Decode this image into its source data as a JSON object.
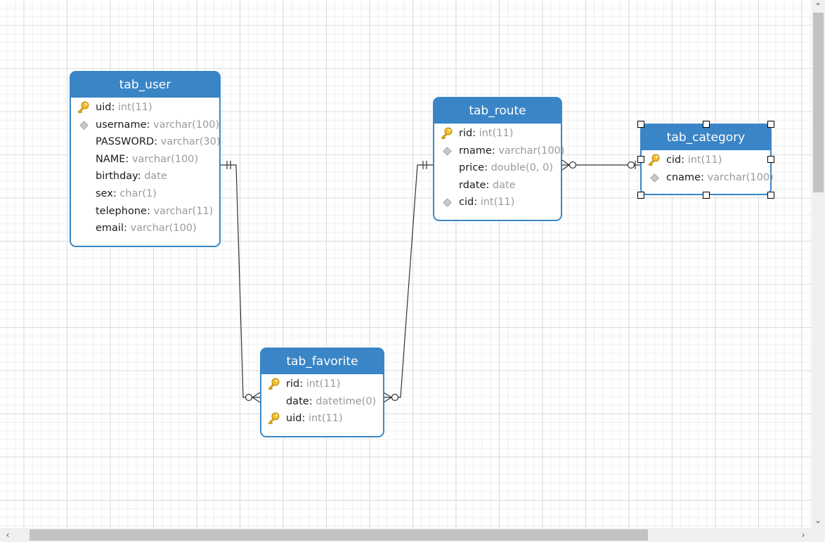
{
  "entities": {
    "tab_user": {
      "name": "tab_user",
      "columns": [
        {
          "name": "uid",
          "type": "int(11)",
          "marker": "key"
        },
        {
          "name": "username",
          "type": "varchar(100)",
          "marker": "index"
        },
        {
          "name": "PASSWORD",
          "type": "varchar(30)",
          "marker": "none"
        },
        {
          "name": "NAME",
          "type": "varchar(100)",
          "marker": "none"
        },
        {
          "name": "birthday",
          "type": "date",
          "marker": "none"
        },
        {
          "name": "sex",
          "type": "char(1)",
          "marker": "none"
        },
        {
          "name": "telephone",
          "type": "varchar(11)",
          "marker": "none"
        },
        {
          "name": "email",
          "type": "varchar(100)",
          "marker": "none"
        }
      ]
    },
    "tab_route": {
      "name": "tab_route",
      "columns": [
        {
          "name": "rid",
          "type": "int(11)",
          "marker": "key"
        },
        {
          "name": "rname",
          "type": "varchar(100)",
          "marker": "index"
        },
        {
          "name": "price",
          "type": "double(0, 0)",
          "marker": "none"
        },
        {
          "name": "rdate",
          "type": "date",
          "marker": "none"
        },
        {
          "name": "cid",
          "type": "int(11)",
          "marker": "index"
        }
      ]
    },
    "tab_category": {
      "name": "tab_category",
      "columns": [
        {
          "name": "cid",
          "type": "int(11)",
          "marker": "key"
        },
        {
          "name": "cname",
          "type": "varchar(100)",
          "marker": "index"
        }
      ]
    },
    "tab_favorite": {
      "name": "tab_favorite",
      "columns": [
        {
          "name": "rid",
          "type": "int(11)",
          "marker": "key"
        },
        {
          "name": "date",
          "type": "datetime(0)",
          "marker": "none"
        },
        {
          "name": "uid",
          "type": "int(11)",
          "marker": "key"
        }
      ]
    }
  },
  "relations": [
    {
      "from": "tab_user",
      "to": "tab_favorite",
      "from_end": "one-and-only-one",
      "to_end": "zero-or-many"
    },
    {
      "from": "tab_route",
      "to": "tab_favorite",
      "from_end": "one-and-only-one",
      "to_end": "zero-or-many"
    },
    {
      "from": "tab_category",
      "to": "tab_route",
      "from_end": "zero-or-one",
      "to_end": "zero-or-many"
    }
  ],
  "selected_entity": "tab_category",
  "icons": {
    "key": "key-icon",
    "index": "index-diamond-icon"
  },
  "colors": {
    "header": "#3a85c6",
    "border": "#3a87c8",
    "type_text": "#9a9a9a",
    "grid": "#dcdcdc"
  },
  "scrollbars": {
    "up": "⌃",
    "down": "⌄",
    "left": "‹",
    "right": "›"
  }
}
